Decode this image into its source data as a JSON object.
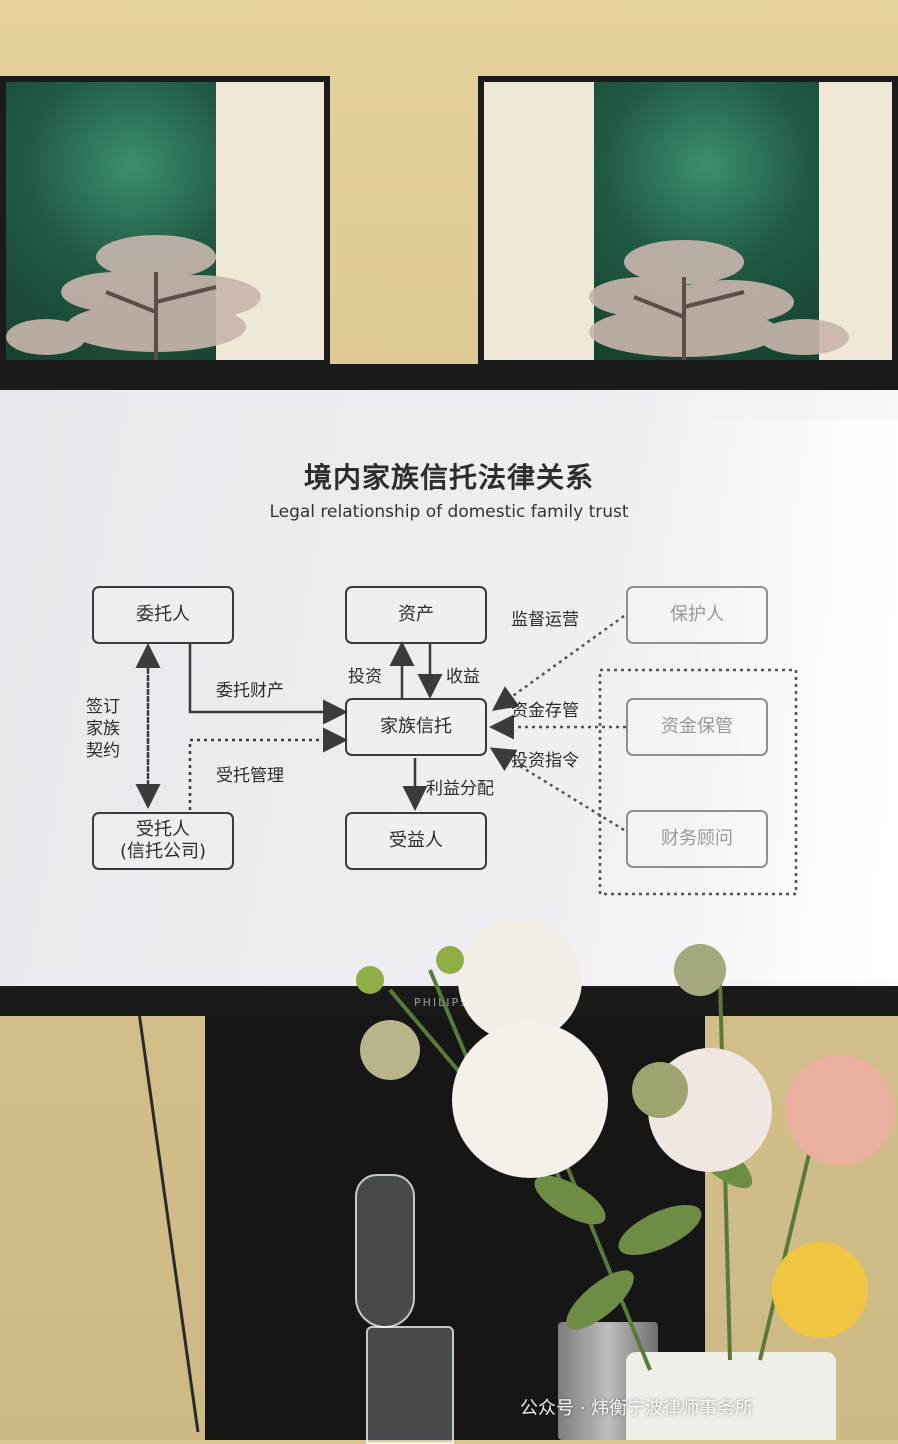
{
  "slide": {
    "title_cn": "境内家族信托法律关系",
    "title_en": "Legal relationship of domestic family trust",
    "boxes": {
      "settlor": "委托人",
      "assets": "资产",
      "protector": "保护人",
      "family_trust": "家族信托",
      "custody": "资金保管",
      "trustee_line1": "受托人",
      "trustee_line2": "(信托公司)",
      "beneficiary": "受益人",
      "financial_advisor": "财务顾问"
    },
    "labels": {
      "sign_contract": "签订\n家族\n契约",
      "entrust_property": "委托财产",
      "entrusted_management": "受托管理",
      "invest": "投资",
      "income": "收益",
      "benefit_distribution": "利益分配",
      "supervise_operation": "监督运营",
      "fund_custody": "资金存管",
      "investment_instruction": "投资指令"
    }
  },
  "tv": {
    "brand": "PHILIPS"
  },
  "watermark": "公众号 · 炜衡宁波律师事务所",
  "colors": {
    "wall": "#d9c58f",
    "screen": "#ececf1",
    "box_border": "#3b3b3b",
    "faded_border": "#8f8f8f",
    "bezel": "#1a1a1a"
  }
}
